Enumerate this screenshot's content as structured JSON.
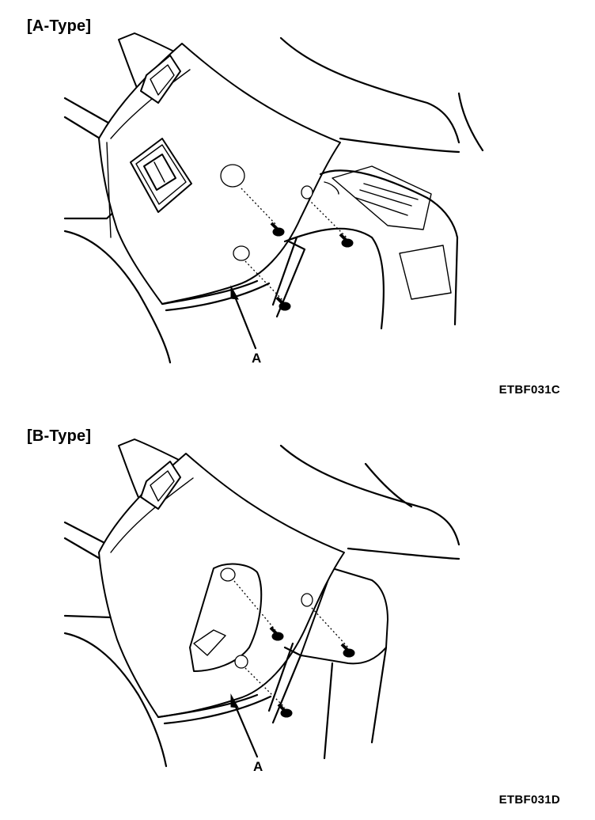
{
  "panels": [
    {
      "title": "[A-Type]",
      "callout": "A",
      "code": "ETBF031C"
    },
    {
      "title": "[B-Type]",
      "callout": "A",
      "code": "ETBF031D"
    }
  ]
}
